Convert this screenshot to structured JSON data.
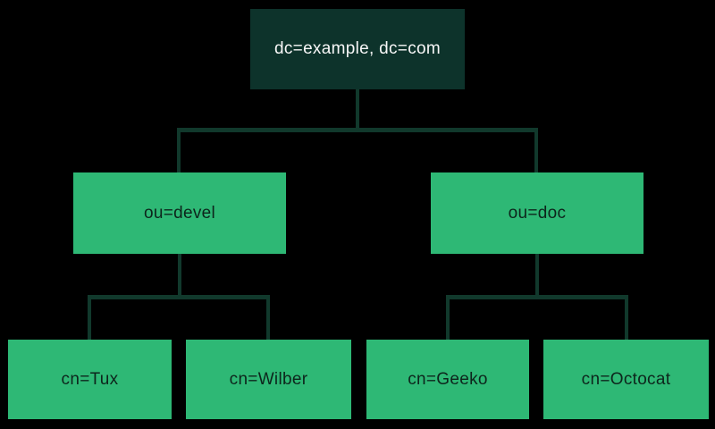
{
  "diagram": {
    "type": "ldap-directory-tree",
    "colors": {
      "background": "#000000",
      "root_node_bg": "#0d332b",
      "node_bg": "#2eb875",
      "connector": "#11392c",
      "root_text": "#f7f7f7",
      "node_text": "#0d251c"
    },
    "root": {
      "label": "dc=example, dc=com"
    },
    "level2": [
      {
        "label": "ou=devel"
      },
      {
        "label": "ou=doc"
      }
    ],
    "leaves": [
      {
        "label": "cn=Tux"
      },
      {
        "label": "cn=Wilber"
      },
      {
        "label": "cn=Geeko"
      },
      {
        "label": "cn=Octocat"
      }
    ]
  }
}
